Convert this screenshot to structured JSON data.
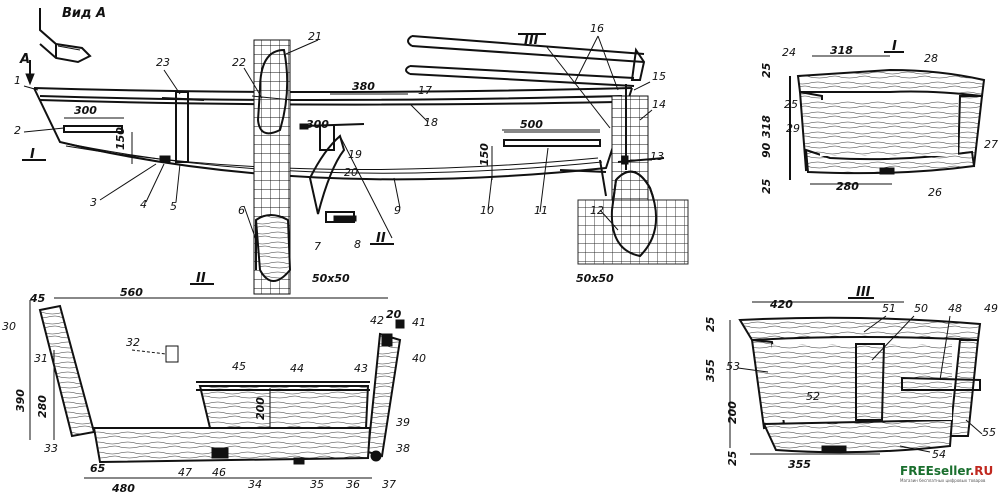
{
  "view_a_label": "Вид А",
  "arrow_a": "А",
  "sections": {
    "I": "I",
    "II": "II",
    "III": "III"
  },
  "parts": [
    "1",
    "2",
    "3",
    "4",
    "5",
    "6",
    "7",
    "8",
    "9",
    "10",
    "11",
    "12",
    "13",
    "14",
    "15",
    "16",
    "17",
    "18",
    "19",
    "20",
    "21",
    "22",
    "23",
    "24",
    "25",
    "26",
    "27",
    "28",
    "29",
    "30",
    "31",
    "32",
    "33",
    "34",
    "35",
    "36",
    "37",
    "38",
    "39",
    "40",
    "41",
    "42",
    "43",
    "44",
    "45",
    "46",
    "47",
    "48",
    "49",
    "50",
    "51",
    "52",
    "53",
    "54",
    "55"
  ],
  "dims_main": {
    "d300a": "300",
    "d150a": "150",
    "d380": "380",
    "d300b": "300",
    "d500": "500",
    "d150b": "150",
    "grid1": "50x50",
    "grid2": "50x50"
  },
  "dims_sec1": {
    "d318w": "318",
    "d25a": "25",
    "d318h": "318",
    "d90": "90",
    "d280": "280",
    "d25b": "25"
  },
  "dims_sec2": {
    "d560": "560",
    "d45": "45",
    "d20": "20",
    "d390": "390",
    "d280": "280",
    "d200": "200",
    "d65": "65",
    "d480": "480"
  },
  "dims_sec3": {
    "d420": "420",
    "d25a": "25",
    "d355h": "355",
    "d200": "200",
    "d25b": "25",
    "d355w": "355"
  },
  "watermark": {
    "brand_a": "FREE",
    "brand_b": "seller",
    "brand_c": ".RU",
    "tagline": "Магазин бесплатных цифровых товаров"
  },
  "colors": {
    "ink": "#111111",
    "paper": "#ffffff",
    "wm_green": "#1a6f2e",
    "wm_red": "#c0281f"
  }
}
